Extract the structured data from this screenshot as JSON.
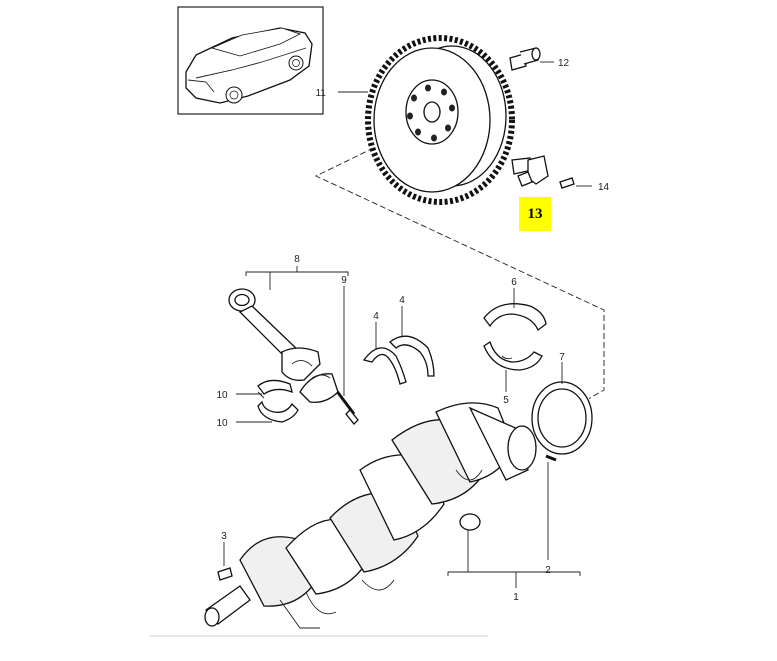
{
  "diagram": {
    "highlight": {
      "label": "13",
      "color": "#ffff00"
    },
    "callouts": {
      "c1": "1",
      "c2": "2",
      "c3": "3",
      "c4a": "4",
      "c4b": "4",
      "c5": "5",
      "c6": "6",
      "c7": "7",
      "c8": "8",
      "c9": "9",
      "c10a": "10",
      "c10b": "10",
      "c11": "11",
      "c12": "12",
      "c14": "14"
    },
    "icons": {
      "thumbnail": "car-thumbnail-icon",
      "flywheel": "flywheel-icon",
      "crankshaft": "crankshaft-icon",
      "connecting_rod": "connecting-rod-icon",
      "sensor": "speed-sensor-icon"
    }
  }
}
